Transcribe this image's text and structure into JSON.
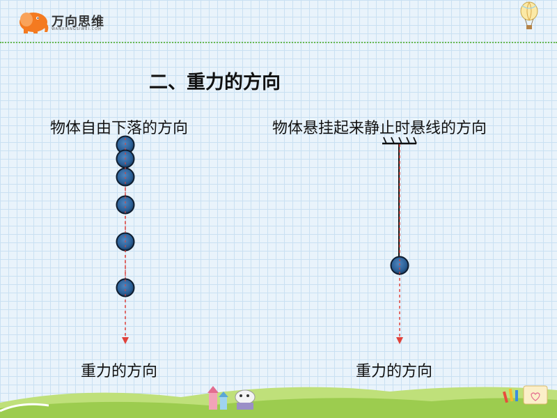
{
  "header": {
    "logo_text": "万向思维",
    "logo_subtext": "WANXIANGSIWEI.COM",
    "logo_icon": "elephant-icon",
    "decoration_icon": "hot-air-balloon-icon",
    "accent_color": "#f47a20",
    "rule_color": "#68b94f"
  },
  "slide": {
    "title": "二、重力的方向",
    "left_caption": "物体自由下落的方向",
    "right_caption": "物体悬挂起来静止时悬线的方向",
    "left_arrow_label": "重力的方向",
    "right_arrow_label": "重力的方向"
  },
  "colors": {
    "ball": "#2b5f96",
    "ball_rim": "#0e1c2e",
    "arrow": "#e0413a"
  }
}
